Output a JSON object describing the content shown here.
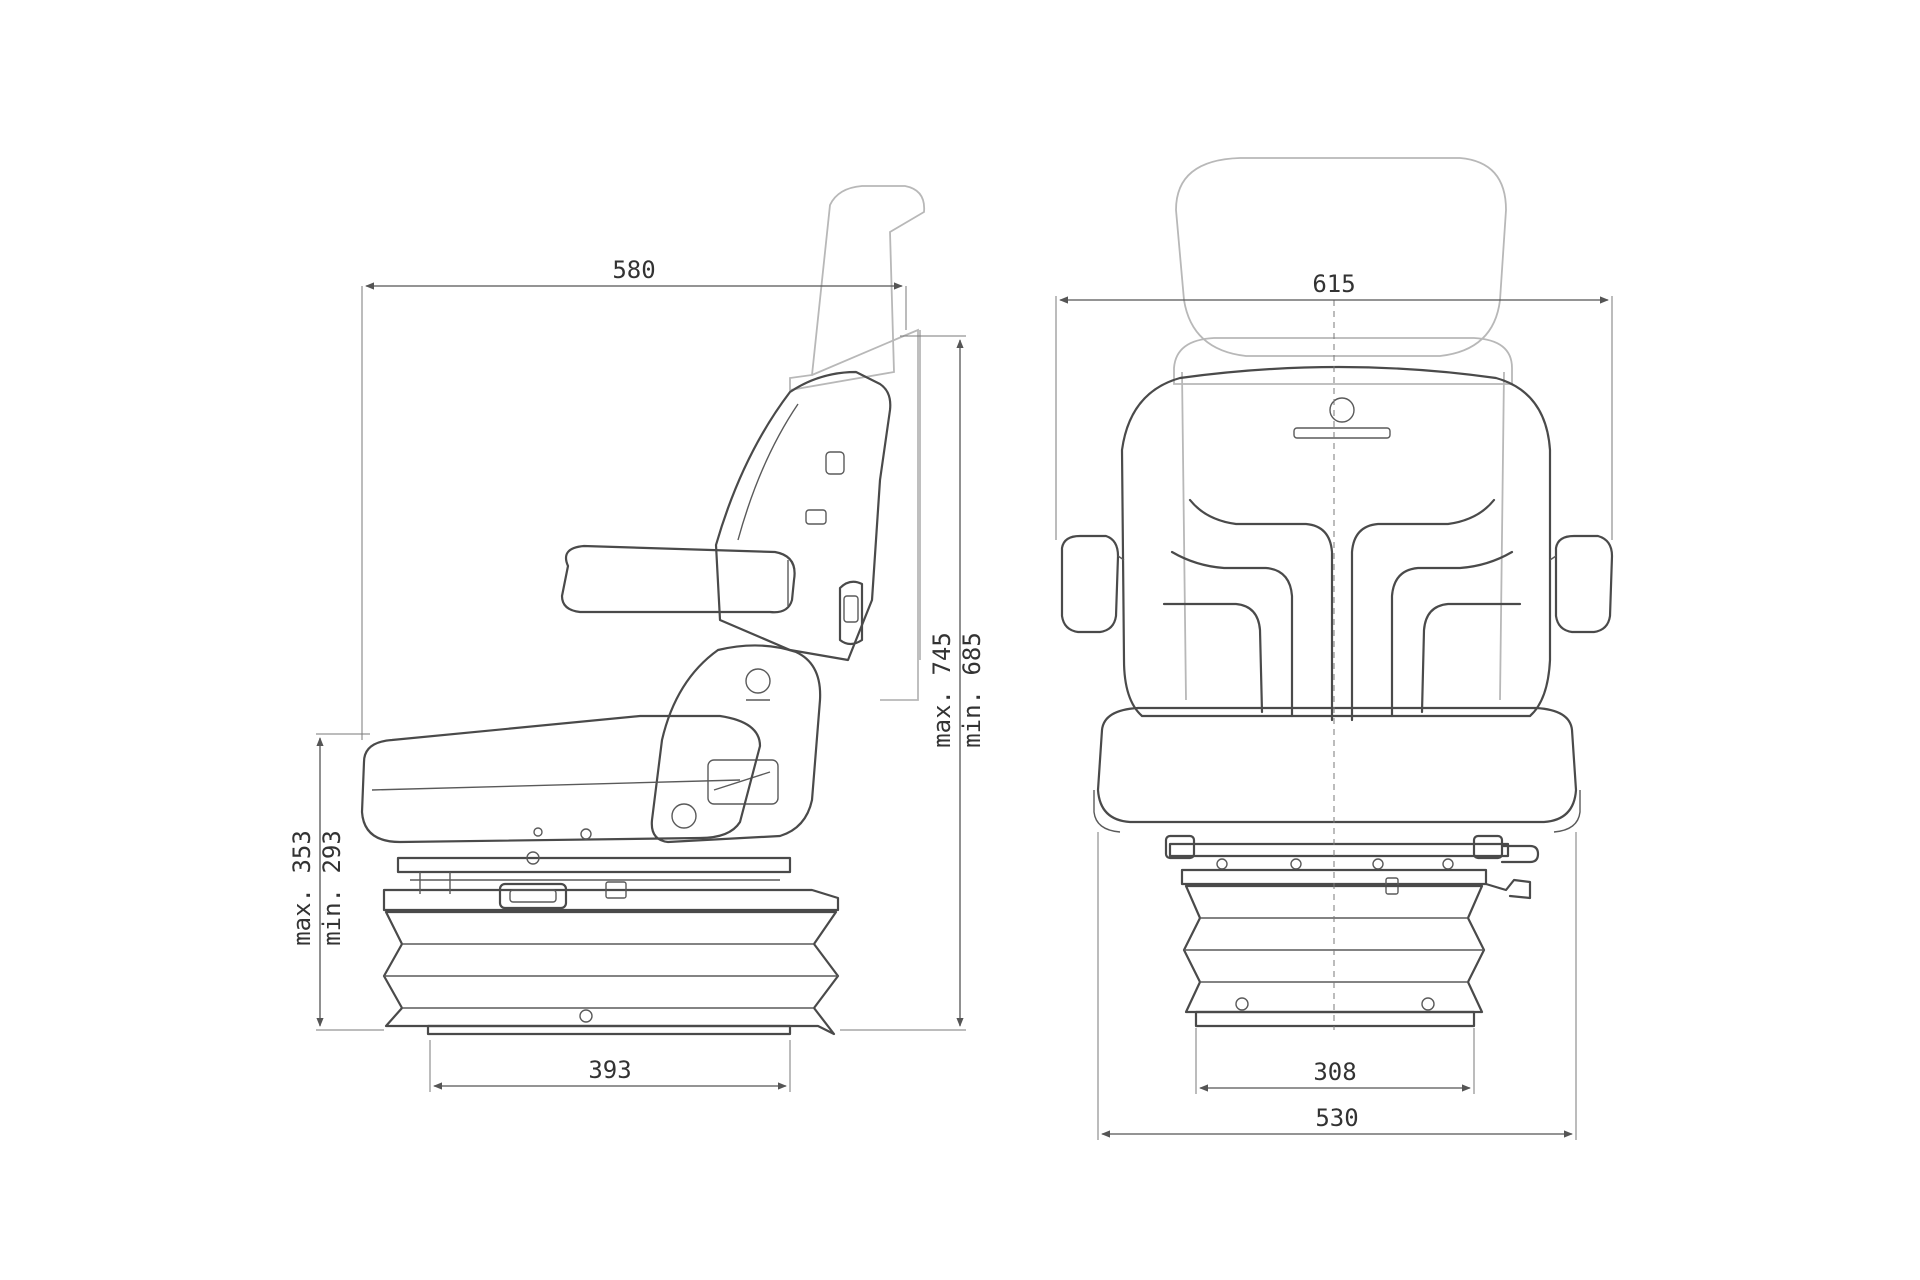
{
  "side_view": {
    "width_label": "580",
    "base_width_label": "393",
    "seat_height_max_label": "max. 353",
    "seat_height_min_label": "min. 293",
    "total_height_max_label": "max. 745",
    "total_height_min_label": "min. 685"
  },
  "front_view": {
    "width_label": "615",
    "base_width_label": "308",
    "seat_width_label": "530"
  },
  "colors": {
    "line": "#4a4a4a",
    "ghost_line": "#b8b8b8",
    "background": "#ffffff"
  }
}
